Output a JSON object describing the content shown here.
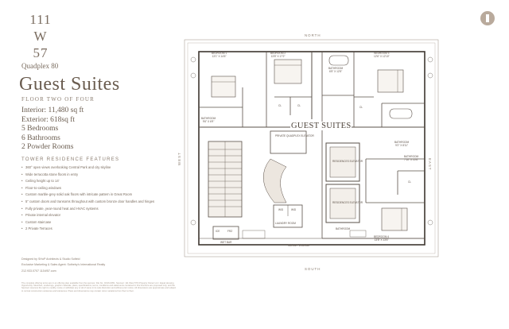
{
  "address": {
    "line1": "111",
    "line2": "W",
    "line3": "57"
  },
  "residence": "Quadplex 80",
  "title": "Guest Suites",
  "floor_label": "FLOOR TWO OF FOUR",
  "stats": [
    "Interior: 11,480 sq ft",
    "Exterior: 618sq ft",
    "5 Bedrooms",
    "6 Bathrooms",
    "2 Powder Rooms"
  ],
  "features_heading": "TOWER RESIDENCE FEATURES",
  "features": [
    "360° open views overlooking Central Park and city skyline",
    "Wide terracotta stone floors in entry",
    "Ceiling height up to 14'",
    "Floor-to-ceiling windows",
    "Custom marble-grey solid oak floors with intricate pattern in Great Room",
    "5\" custom doors and transoms throughout with custom bronze door handles and hinges",
    "Fully private, year-round heat and HVAC systems",
    "Private internal elevator",
    "Custom staircase",
    "2 Private Terraces"
  ],
  "credits": [
    "Designed by SHoP Architects & Studio Sofield",
    "Exclusive Marketing & Sales Agent: Sotheby's International Realty",
    "212.933.0707    111W57.com"
  ],
  "disclaimer": "The complete offering terms are in an offering plan available from the sponsor. File No. CD16-0051. Sponsor: 111 West 57th Property Owner LLC. Equal Housing Opportunity. Sketches, renderings, graphic materials, plans, specifications, terms, conditions and statements contained in this brochure are proposed only, and the Sponsor reserves the right to modify, revise or withdraw any or all of same in its sole discretion and without prior notice. All dimensions are approximate and subject to normal construction variances and tolerances. Plans and dimensions may contain minor variations from floor to floor.",
  "compass": {
    "north": "NORTH",
    "south": "SOUTH",
    "east": "EAST",
    "west": "WEST"
  },
  "floorplan_label": "GUEST SUITES",
  "rooms": {
    "bedroom1": {
      "name": "BEDROOM 1",
      "dims": "13'1\" X 14'6\""
    },
    "bedroom2": {
      "name": "BEDROOM 2",
      "dims": "13'8\" X 17'2\""
    },
    "bedroom3": {
      "name": "BEDROOM 3",
      "dims": "12'6\" X 12'10\""
    },
    "bedroom4": {
      "name": "BEDROOM 4",
      "dims": "13'8\" X 13'6\""
    },
    "bath_w": {
      "name": "BATHROOM",
      "dims": "9'6\" X 6'9\""
    },
    "bath_n": {
      "name": "BATHROOM",
      "dims": "6'5\" X 12'5\""
    },
    "bath_e": {
      "name": "BATHROOM",
      "dims": "9'2\" X 8'11\""
    },
    "bath_se": {
      "name": "BATHROOM",
      "dims": "7'10\" X 10'6\""
    },
    "bath_s": {
      "name": "BATHROOM",
      "dims": ""
    },
    "elev_private": {
      "name": "PRIVATE QUADPLEX ELEVATOR"
    },
    "elev_res1": {
      "name": "RESIDENCES ELEVATOR"
    },
    "elev_res2": {
      "name": "RESIDENCES ELEVATOR"
    },
    "laundry": {
      "name": "LAUNDRY ROOM"
    },
    "wetbar": {
      "name": "WET BAR"
    },
    "lounge": {
      "name": "SUNSET LOUNGE"
    },
    "wd": "W/D",
    "ice": "ICE",
    "frz": "FRZ",
    "cl": "CL"
  }
}
